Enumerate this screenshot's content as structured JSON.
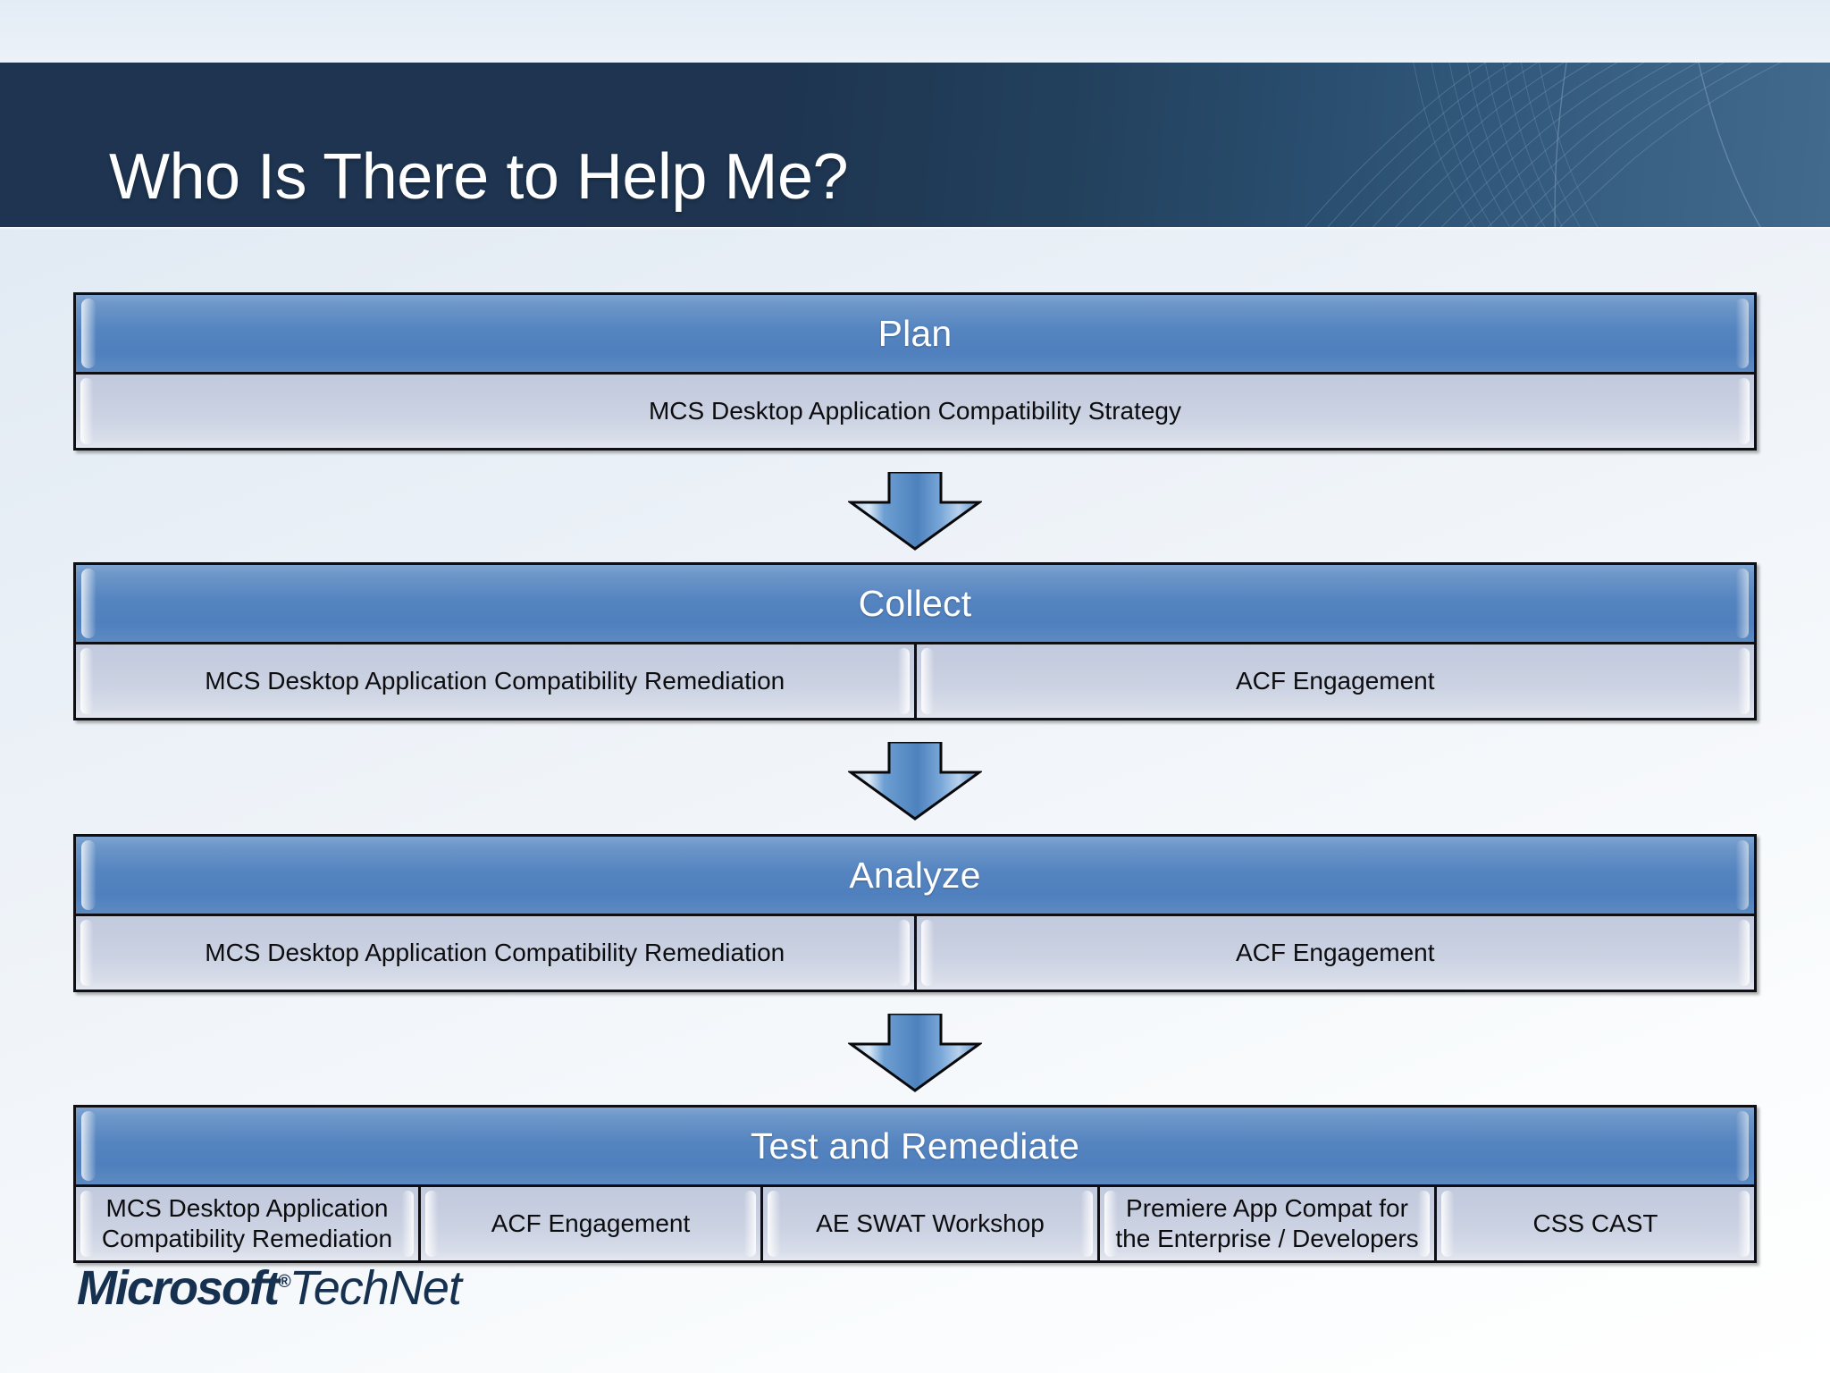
{
  "slide": {
    "title": "Who Is There to Help Me?",
    "footer_logo": {
      "brand": "Microsoft",
      "registered": "®",
      "product": "TechNet"
    },
    "colors": {
      "banner_dark": "#1e3450",
      "banner_light": "#426a8c",
      "band_blue": "#5584c0",
      "subcell_grey": "#c6cddf",
      "border_dark": "#0f0f13",
      "arrow_blue": "#5b8fc9",
      "logo_navy": "#16304f"
    }
  },
  "diagram": {
    "type": "process-flow",
    "stages": [
      {
        "name": "Plan",
        "cells": [
          {
            "label": "MCS Desktop Application Compatibility Strategy"
          }
        ]
      },
      {
        "name": "Collect",
        "cells": [
          {
            "label": "MCS Desktop Application Compatibility Remediation"
          },
          {
            "label": "ACF Engagement"
          }
        ]
      },
      {
        "name": "Analyze",
        "cells": [
          {
            "label": "MCS Desktop Application Compatibility Remediation"
          },
          {
            "label": "ACF Engagement"
          }
        ]
      },
      {
        "name": "Test and Remediate",
        "cells": [
          {
            "label": "MCS Desktop Application Compatibility Remediation"
          },
          {
            "label": "ACF Engagement"
          },
          {
            "label": "AE SWAT Workshop"
          },
          {
            "label": "Premiere App Compat for the Enterprise / Developers"
          },
          {
            "label": "CSS CAST"
          }
        ]
      }
    ],
    "connectors": [
      {
        "icon": "down-arrow-icon",
        "from": "Plan",
        "to": "Collect"
      },
      {
        "icon": "down-arrow-icon",
        "from": "Collect",
        "to": "Analyze"
      },
      {
        "icon": "down-arrow-icon",
        "from": "Analyze",
        "to": "Test and Remediate"
      }
    ]
  }
}
